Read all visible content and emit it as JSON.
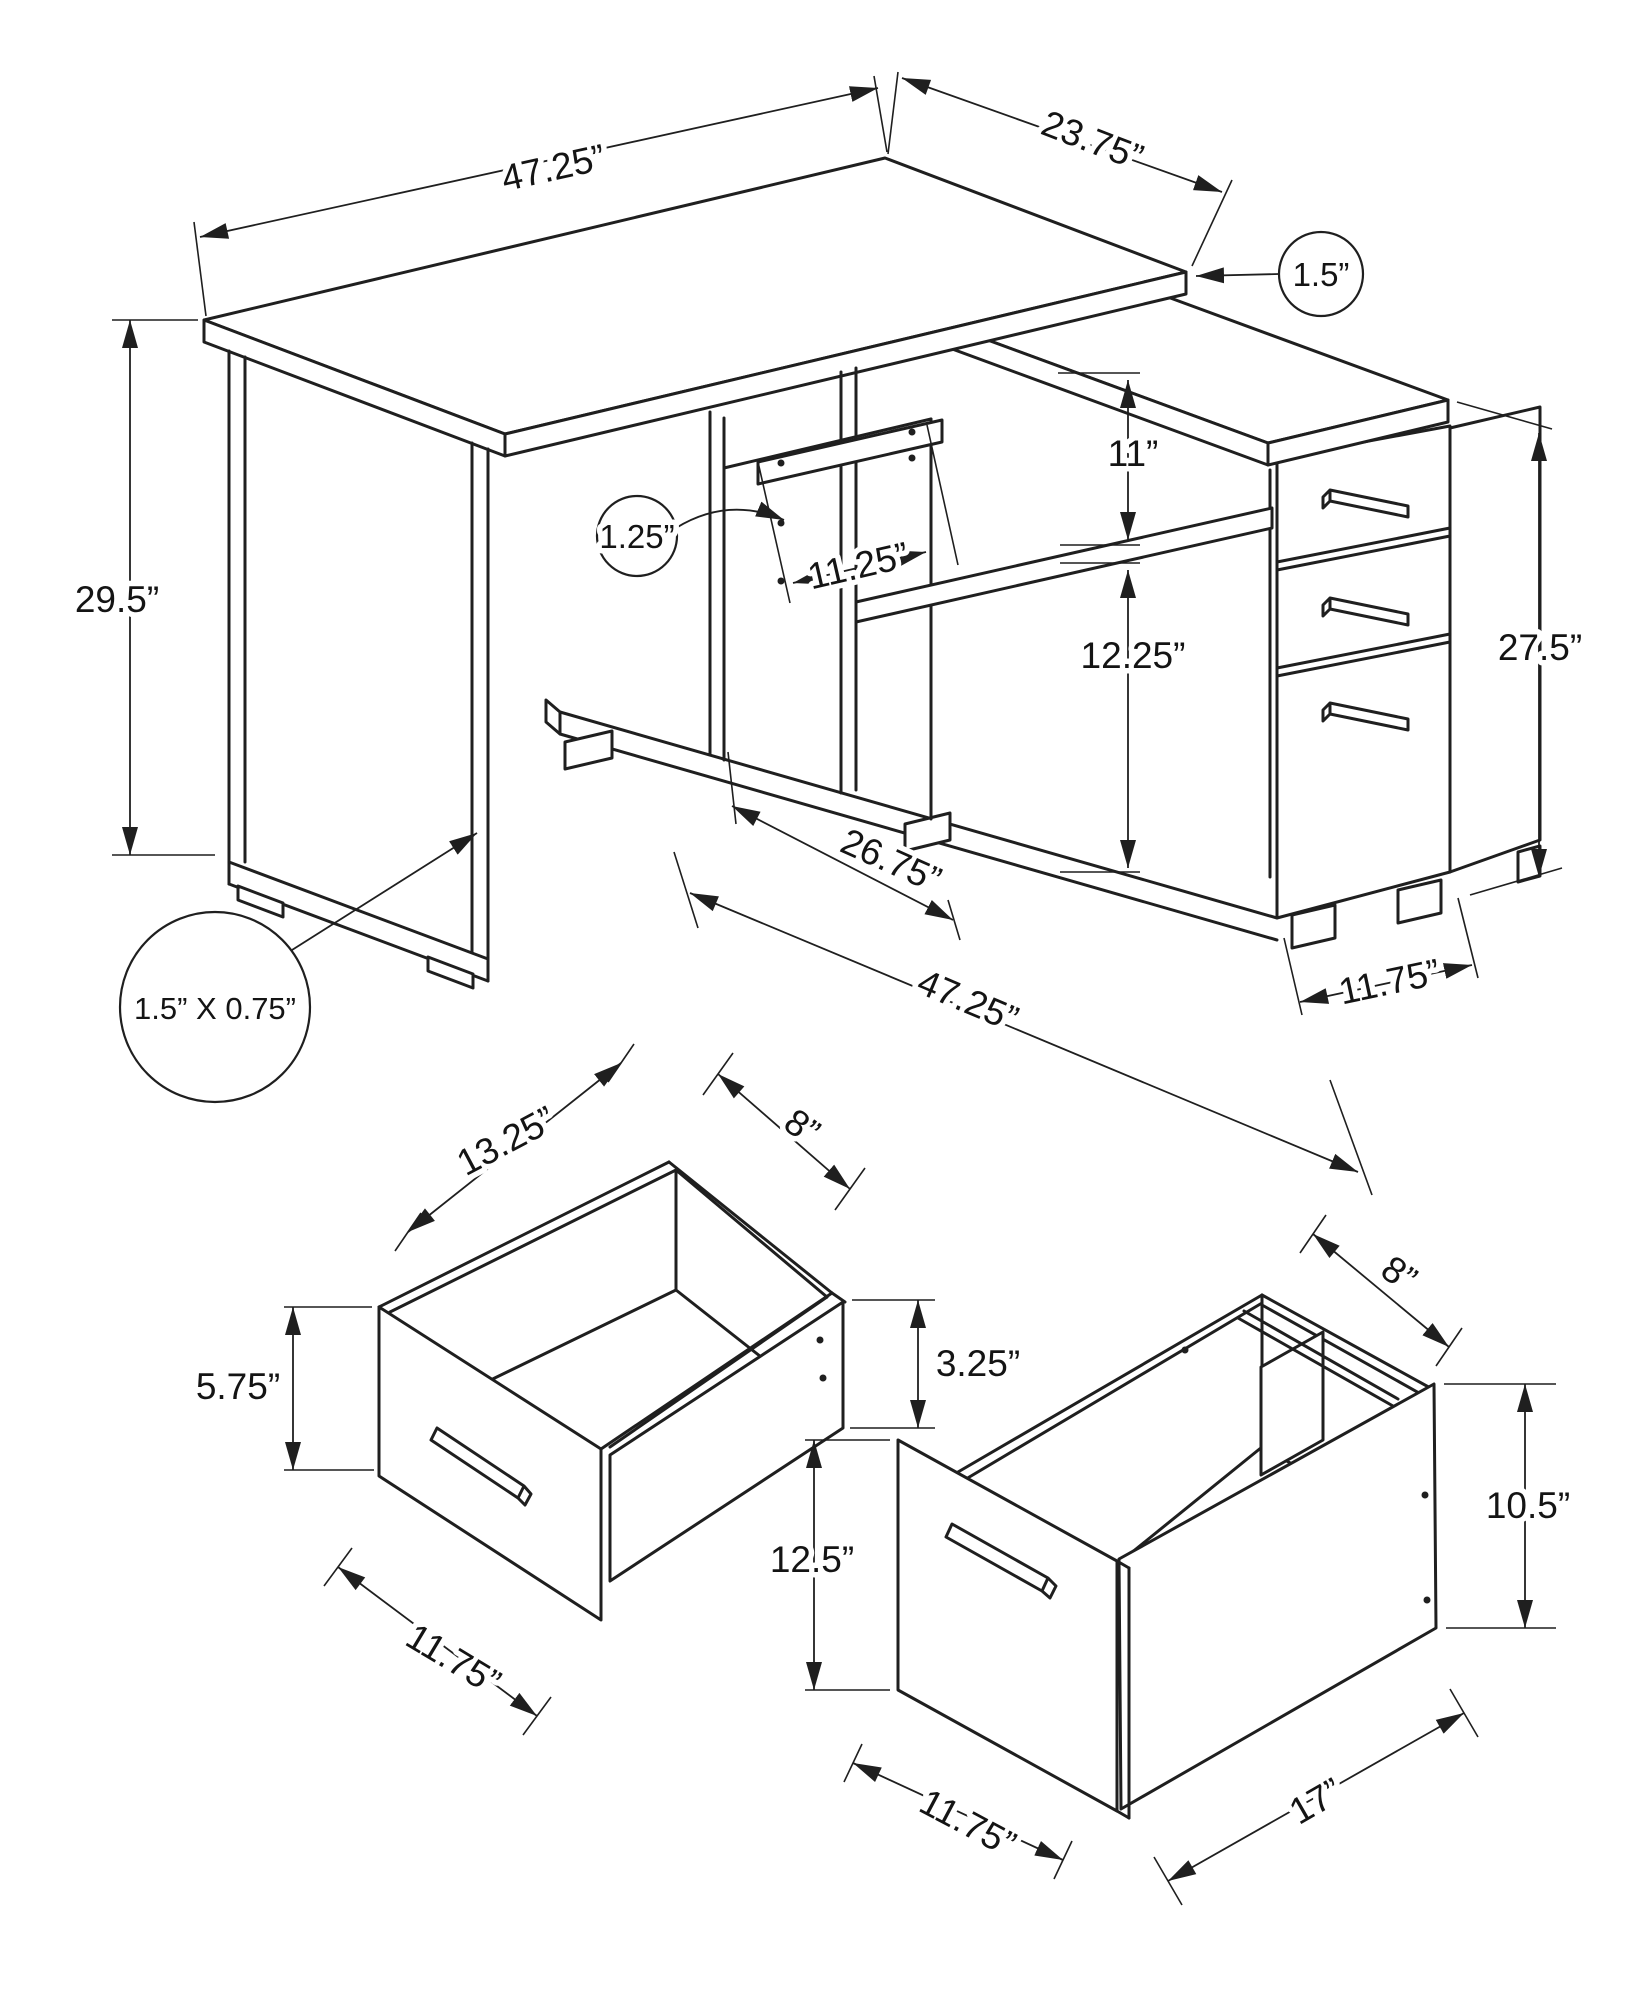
{
  "document": {
    "type": "furniture-assembly-dimension-diagram",
    "product": "L-shaped corner computer desk with drawers",
    "units": "inches",
    "line_color": "#1f1f1f",
    "background_color": "#ffffff"
  },
  "desk": {
    "name": "assembled-desk-view",
    "dims": {
      "top_length": "47.25”",
      "top_depth": "23.75”",
      "top_thickness": "1.5”",
      "height": "29.5”",
      "shelf_thickness": "1.25”",
      "shelf_depth": "11.25”",
      "upper_opening_height": "11”",
      "lower_opening_height": "12.25”",
      "opening_width": "26.75”",
      "base_width": "47.25”",
      "pedestal_height": "27.5”",
      "pedestal_depth": "11.75”",
      "leg_profile": "1.5” X 0.75”"
    }
  },
  "small_drawer": {
    "name": "top-drawer-detail-view",
    "dims": {
      "width": "13.25”",
      "depth": "8”",
      "front_height": "5.75”",
      "box_height": "3.25”",
      "bottom_edge": "11.75”"
    }
  },
  "large_drawer": {
    "name": "file-drawer-detail-view",
    "dims": {
      "depth": "8”",
      "front_height": "12.5”",
      "box_height": "10.5”",
      "bottom_width": "17”",
      "bottom_edge": "11.75”"
    }
  }
}
